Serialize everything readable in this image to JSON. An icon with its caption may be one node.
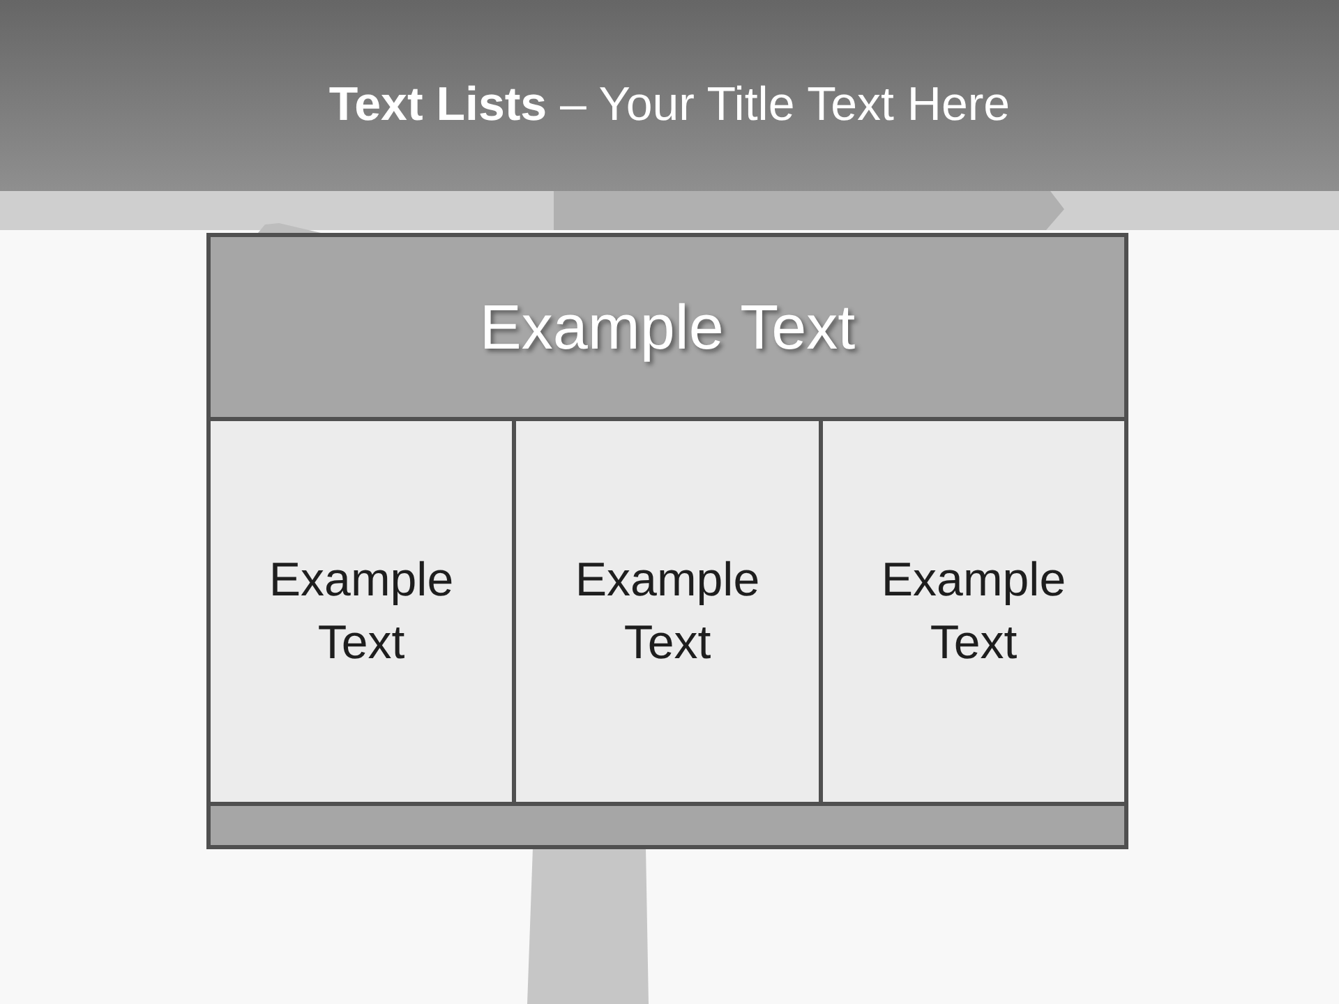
{
  "diagram": {
    "title": "**Text Lists** – Your Title Text Here",
    "nodes": [
      {
        "text": [],
        "shape": "box"
      },
      {
        "text": [
          "Example Text"
        ],
        "in": 0
      },
      {
        "text": [
          "Example Text"
        ],
        "in": 0
      },
      {
        "text": [
          "Example Text"
        ],
        "in": 0
      },
      {
        "text": [
          "Example Text"
        ],
        "in": 0
      },
      {
        "text": [],
        "shape": "bar",
        "in": 0
      }
    ]
  }
}
